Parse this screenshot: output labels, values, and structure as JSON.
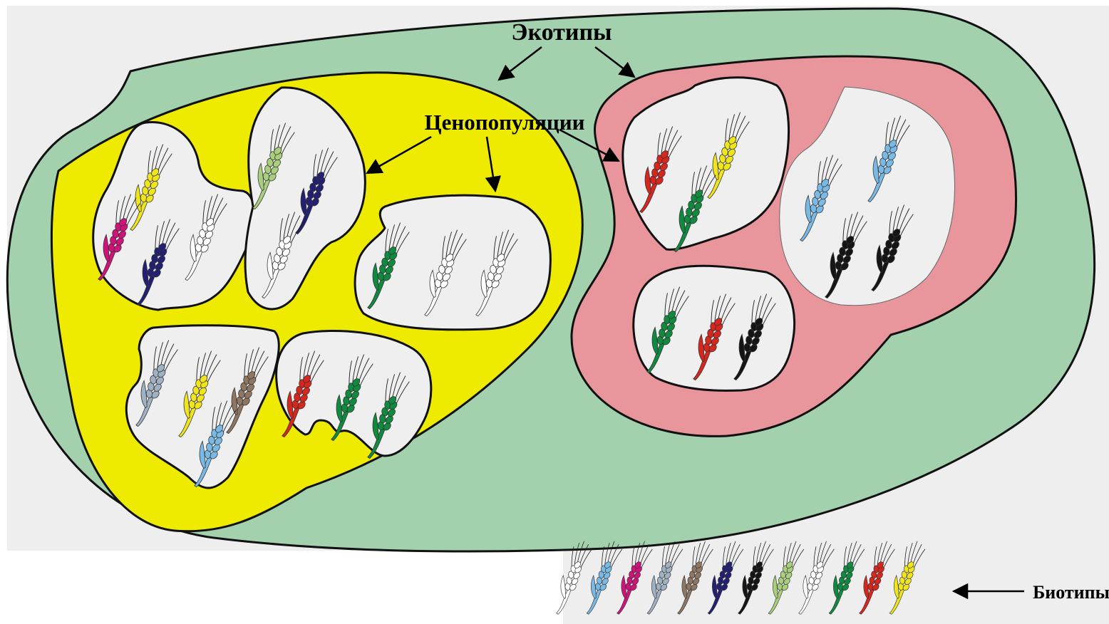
{
  "labels": {
    "ecotypes": "Экотипы",
    "coenopopulations": "Ценопопуляции",
    "biotypes": "Биотипы"
  },
  "colors": {
    "background": "#eeeeee",
    "species_area": "#a3d1ae",
    "ecotype_yellow": "#eeeb00",
    "ecotype_pink": "#e8959b",
    "coenopopulation_fill": "#efefef",
    "outline": "#111111"
  },
  "biotype_colors": {
    "white": "#ffffff",
    "light_blue": "#79b9e6",
    "magenta": "#d0137a",
    "grey_blue": "#9fb1c2",
    "brown": "#8e7663",
    "navy": "#232074",
    "black": "#151515",
    "light_green": "#a9cf7c",
    "green": "#0f8a3e",
    "red": "#d7261e",
    "yellow": "#efe51a"
  },
  "legend": {
    "biotype_sequence": [
      "white",
      "light_blue",
      "magenta",
      "grey_blue",
      "brown",
      "navy",
      "black",
      "light_green",
      "white",
      "green",
      "red",
      "yellow"
    ]
  },
  "ecotypes": [
    {
      "id": "yellow",
      "coenopopulations": [
        {
          "id": "y1",
          "biotypes": [
            "yellow",
            "magenta",
            "navy",
            "white"
          ]
        },
        {
          "id": "y2",
          "biotypes": [
            "light_green",
            "navy",
            "white"
          ]
        },
        {
          "id": "y3",
          "biotypes": [
            "green",
            "white",
            "white"
          ]
        },
        {
          "id": "y4",
          "biotypes": [
            "grey_blue",
            "yellow",
            "brown",
            "light_blue"
          ]
        },
        {
          "id": "y5",
          "biotypes": [
            "red",
            "green",
            "green"
          ]
        }
      ]
    },
    {
      "id": "pink",
      "coenopopulations": [
        {
          "id": "p1",
          "biotypes": [
            "red",
            "yellow",
            "green"
          ]
        },
        {
          "id": "p2",
          "biotypes": [
            "light_blue",
            "light_blue",
            "black",
            "black"
          ]
        },
        {
          "id": "p3",
          "biotypes": [
            "green",
            "red",
            "black"
          ]
        }
      ]
    }
  ]
}
